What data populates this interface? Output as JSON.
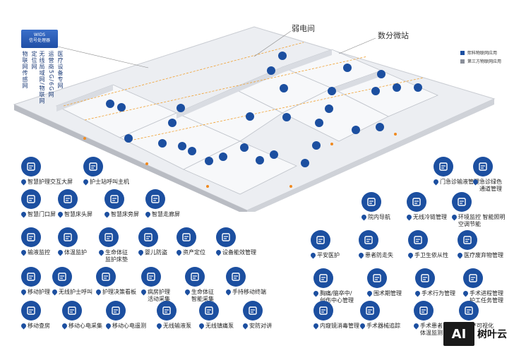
{
  "wids": {
    "title_line1": "WIDS",
    "title_line2": "信号处理器",
    "networks": [
      "物联网传感网",
      "无线局域网/物联网定位网",
      "运营商5G/6G网",
      "医疗设备专网"
    ]
  },
  "scene": {
    "label_weak": "弱电间",
    "label_station": "数分微站"
  },
  "legend": [
    {
      "label": "熙科物联网应用",
      "color": "#1c4fa0"
    },
    {
      "label": "第三方物联网应用",
      "color": "#8a8f99"
    }
  ],
  "left_items": [
    {
      "label": "智慧护理交互大屏",
      "pin": "blue"
    },
    {
      "label": "护士站呼叫主机",
      "pin": "blue"
    },
    {
      "label": "智慧门口屏",
      "pin": "blue"
    },
    {
      "label": "智慧床头屏",
      "pin": "blue"
    },
    {
      "label": "智慧床旁屏",
      "pin": "blue"
    },
    {
      "label": "智慧走廊屏",
      "pin": "blue"
    },
    {
      "label": "输液监控",
      "pin": "blue"
    },
    {
      "label": "体温监护",
      "pin": "blue"
    },
    {
      "label": "生命体征\n监护床垫",
      "pin": "blue"
    },
    {
      "label": "婴儿防盗",
      "pin": "blue"
    },
    {
      "label": "资产定位",
      "pin": "blue"
    },
    {
      "label": "设备能效管理",
      "pin": "blue"
    },
    {
      "label": "移动护理",
      "pin": "blue"
    },
    {
      "label": "无线护士呼叫",
      "pin": "blue"
    },
    {
      "label": "护理决策看板",
      "pin": "blue"
    },
    {
      "label": "病房护理\n活动采集",
      "pin": "blue"
    },
    {
      "label": "生命体征\n智能采集",
      "pin": "blue"
    },
    {
      "label": "手持移动终端",
      "pin": "blue"
    },
    {
      "label": "移动查房",
      "pin": "blue"
    },
    {
      "label": "移动心电采集",
      "pin": "blue"
    },
    {
      "label": "移动心电遥测",
      "pin": "blue"
    },
    {
      "label": "无线输液泵",
      "pin": "blue"
    },
    {
      "label": "无线镇痛泵",
      "pin": "blue"
    },
    {
      "label": "安防对讲",
      "pin": "blue"
    }
  ],
  "right_items": [
    {
      "label": "门急诊输液管理",
      "pin": "blue"
    },
    {
      "label": "急诊绿色\n通道管理",
      "pin": "blue"
    },
    {
      "label": "院内导航",
      "pin": "blue"
    },
    {
      "label": "无线冷链管理",
      "pin": "blue"
    },
    {
      "label": "环境监控 智能照明\n空调节能",
      "pin": "blue"
    },
    {
      "label": "平安医护",
      "pin": "blue"
    },
    {
      "label": "患者防走失",
      "pin": "blue"
    },
    {
      "label": "手卫生依从性",
      "pin": "blue"
    },
    {
      "label": "医疗废弃物管理",
      "pin": "blue"
    },
    {
      "label": "胸痛/脑卒中/\n创伤中心管理",
      "pin": "blue"
    },
    {
      "label": "围术期管理",
      "pin": "blue"
    },
    {
      "label": "手术行为管理",
      "pin": "blue"
    },
    {
      "label": "手术进程管理\n护工任务管理",
      "pin": "blue"
    },
    {
      "label": "内窥镜消毒管理",
      "pin": "blue"
    },
    {
      "label": "手术器械追踪",
      "pin": "blue"
    },
    {
      "label": "手术患者\n体温监测",
      "pin": "blue"
    },
    {
      "label": "资产可视化",
      "pin": "blue"
    }
  ],
  "watermark": {
    "logo": "AI",
    "text": "树叶云"
  }
}
